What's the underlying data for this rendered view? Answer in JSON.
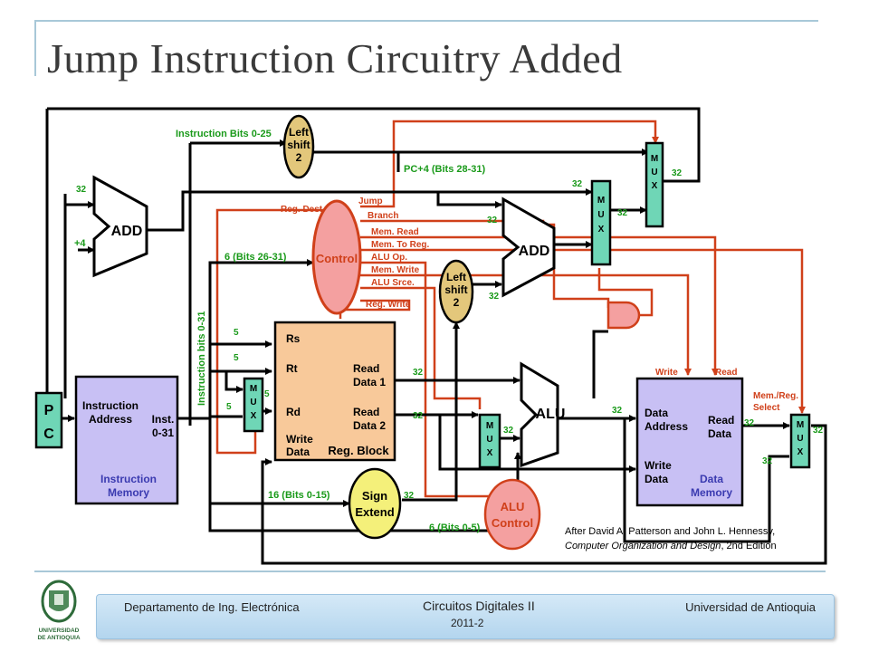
{
  "slide": {
    "title": "Jump Instruction Circuitry Added"
  },
  "diagram": {
    "blocks": {
      "left_shift_top": [
        "Left",
        "shift",
        "2"
      ],
      "add_pc": "ADD",
      "add_branch": "ADD",
      "control": "Control",
      "left_shift_mid": [
        "Left",
        "shift",
        "2"
      ],
      "mux_top": [
        "M",
        "U",
        "X"
      ],
      "mux_branch": [
        "M",
        "U",
        "X"
      ],
      "pc": [
        "P",
        "C"
      ],
      "instr_mem": {
        "address": [
          "Instruction",
          "Address"
        ],
        "inst": [
          "Inst.",
          "0-31"
        ],
        "name": [
          "Instruction",
          "Memory"
        ]
      },
      "reg_block": {
        "rs": "Rs",
        "rt": "Rt",
        "rd": "Rd",
        "write_data": [
          "Write",
          "Data"
        ],
        "read1": [
          "Read",
          "Data 1"
        ],
        "read2": [
          "Read",
          "Data 2"
        ],
        "name": "Reg. Block"
      },
      "mux_reg": [
        "M",
        "U",
        "X"
      ],
      "alu": "ALU",
      "mux_alu": [
        "M",
        "U",
        "X"
      ],
      "sign_extend": [
        "Sign",
        "Extend"
      ],
      "alu_control": [
        "ALU",
        "Control"
      ],
      "data_mem": {
        "address": [
          "Data",
          "Address"
        ],
        "read": [
          "Read",
          "Data"
        ],
        "write_data": [
          "Write",
          "Data"
        ],
        "name": [
          "Data",
          "Memory"
        ],
        "write_label": "Write",
        "read_label": "Read"
      },
      "mux_data": [
        "M",
        "U",
        "X"
      ]
    },
    "labels": {
      "instr_bits_0_25": "Instruction Bits 0-25",
      "pc4_bits": "PC+4 (Bits 28-31)",
      "thirty_two": "32",
      "plus4": "+4",
      "bits_26_31": "6 (Bits 26-31)",
      "instr_bits_0_31": "Instruction bits 0-31",
      "five": "5",
      "bits_0_15": "16 (Bits 0-15)",
      "bits_0_5": "6 (Bits 0-5)",
      "mem_reg_select": [
        "Mem./Reg.",
        "Select"
      ]
    },
    "control_signals": [
      "Jump",
      "Branch",
      "Reg. Dest.",
      "Mem. Read",
      "Mem. To Reg.",
      "ALU Op.",
      "Mem. Write",
      "ALU Srce.",
      "Reg. Write"
    ],
    "citation": [
      "After David A. Patterson and John L. Hennessy,",
      "Computer Organization and Design",
      ", 2nd Edition"
    ],
    "colors": {
      "wire": "#000000",
      "control_wire": "#d0401a",
      "green_label": "#1a9a1a",
      "mux": "#6fd6b6",
      "shift": "#e3c77b",
      "control": "#f4a0a0",
      "memory": "#c8c0f4",
      "reg_block": "#f8c99a",
      "sign_extend": "#f4f07a",
      "alu_control": "#f4a0a0"
    }
  },
  "footer": {
    "department": "Departamento de Ing. Electrónica",
    "course": "Circuitos Digitales II",
    "university": "Universidad de Antioquia",
    "year": "2011-2",
    "logo_text": [
      "UNIVERSIDAD",
      "DE ANTIOQUIA"
    ]
  }
}
